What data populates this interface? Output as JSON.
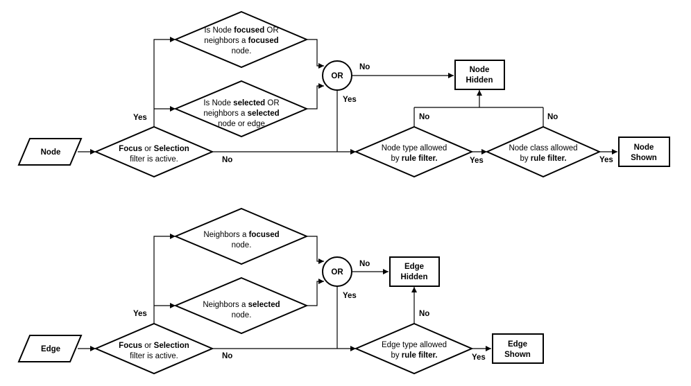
{
  "node_flow": {
    "input": "Node",
    "check": {
      "l1": [
        {
          "t": "Focus",
          "b": true
        },
        {
          "t": " or ",
          "b": false
        },
        {
          "t": "Selection",
          "b": true
        }
      ],
      "l2": [
        {
          "t": "filter is active.",
          "b": false
        }
      ]
    },
    "focused": {
      "l1": [
        {
          "t": "Is Node ",
          "b": false
        },
        {
          "t": "focused",
          "b": true
        },
        {
          "t": " OR",
          "b": false
        }
      ],
      "l2": [
        {
          "t": "neighbors a ",
          "b": false
        },
        {
          "t": "focused",
          "b": true
        }
      ],
      "l3": [
        {
          "t": "node.",
          "b": false
        }
      ]
    },
    "selected": {
      "l1": [
        {
          "t": "Is Node ",
          "b": false
        },
        {
          "t": "selected",
          "b": true
        },
        {
          "t": " OR",
          "b": false
        }
      ],
      "l2": [
        {
          "t": "neighbors a ",
          "b": false
        },
        {
          "t": "selected",
          "b": true
        }
      ],
      "l3": [
        {
          "t": "node or edge",
          "b": false
        }
      ]
    },
    "or": "OR",
    "type": {
      "l1": [
        {
          "t": "Node type allowed",
          "b": false
        }
      ],
      "l2": [
        {
          "t": "by ",
          "b": false
        },
        {
          "t": "rule filter.",
          "b": true
        }
      ]
    },
    "class": {
      "l1": [
        {
          "t": "Node class allowed",
          "b": false
        }
      ],
      "l2": [
        {
          "t": "by ",
          "b": false
        },
        {
          "t": "rule filter.",
          "b": true
        }
      ]
    },
    "hidden": {
      "l1": "Node",
      "l2": "Hidden"
    },
    "shown": {
      "l1": "Node",
      "l2": "Shown"
    },
    "labels": {
      "yes_up": "Yes",
      "no_check": "No",
      "no_or": "No",
      "yes_or": "Yes",
      "no_type": "No",
      "yes_type": "Yes",
      "no_class": "No",
      "yes_class": "Yes"
    }
  },
  "edge_flow": {
    "input": "Edge",
    "check": {
      "l1": [
        {
          "t": "Focus",
          "b": true
        },
        {
          "t": " or ",
          "b": false
        },
        {
          "t": "Selection",
          "b": true
        }
      ],
      "l2": [
        {
          "t": "filter is active.",
          "b": false
        }
      ]
    },
    "focused": {
      "l1": [
        {
          "t": "Neighbors a ",
          "b": false
        },
        {
          "t": "focused",
          "b": true
        }
      ],
      "l2": [
        {
          "t": "node.",
          "b": false
        }
      ]
    },
    "selected": {
      "l1": [
        {
          "t": "Neighbors a ",
          "b": false
        },
        {
          "t": "selected",
          "b": true
        }
      ],
      "l2": [
        {
          "t": "node.",
          "b": false
        }
      ]
    },
    "or": "OR",
    "type": {
      "l1": [
        {
          "t": "Edge type allowed",
          "b": false
        }
      ],
      "l2": [
        {
          "t": "by ",
          "b": false
        },
        {
          "t": "rule filter.",
          "b": true
        }
      ]
    },
    "hidden": {
      "l1": "Edge",
      "l2": "Hidden"
    },
    "shown": {
      "l1": "Edge",
      "l2": "Shown"
    },
    "labels": {
      "yes_up": "Yes",
      "no_check": "No",
      "no_or": "No",
      "yes_or": "Yes",
      "no_type": "No",
      "yes_type": "Yes"
    }
  }
}
